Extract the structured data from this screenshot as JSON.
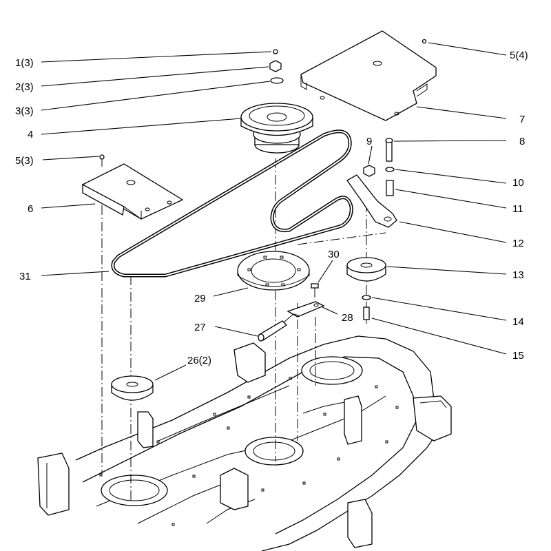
{
  "callouts": [
    {
      "id": "c1",
      "text": "1(3)"
    },
    {
      "id": "c2",
      "text": "2(3)"
    },
    {
      "id": "c3",
      "text": "3(3)"
    },
    {
      "id": "c4",
      "text": "4"
    },
    {
      "id": "c5a",
      "text": "5(3)"
    },
    {
      "id": "c5b",
      "text": "5(4)"
    },
    {
      "id": "c6",
      "text": "6"
    },
    {
      "id": "c7",
      "text": "7"
    },
    {
      "id": "c8",
      "text": "8"
    },
    {
      "id": "c9",
      "text": "9"
    },
    {
      "id": "c10",
      "text": "10"
    },
    {
      "id": "c11",
      "text": "11"
    },
    {
      "id": "c12",
      "text": "12"
    },
    {
      "id": "c13",
      "text": "13"
    },
    {
      "id": "c14",
      "text": "14"
    },
    {
      "id": "c15",
      "text": "15"
    },
    {
      "id": "c26",
      "text": "26(2)"
    },
    {
      "id": "c27",
      "text": "27"
    },
    {
      "id": "c28",
      "text": "28"
    },
    {
      "id": "c29",
      "text": "29"
    },
    {
      "id": "c30",
      "text": "30"
    },
    {
      "id": "c31",
      "text": "31"
    }
  ]
}
